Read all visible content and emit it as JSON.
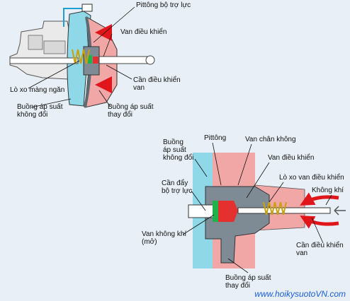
{
  "diagram": {
    "top_labels": {
      "booster_piston": "Pittông bộ trợ lực",
      "control_valve": "Van điều khiển",
      "diaphragm_spring": "Lò xo màng ngăn",
      "control_rod_1": "Cần điều khiển",
      "control_rod_2": "van",
      "const_chamber_1": "Buồng áp suất",
      "const_chamber_2": "không đổi",
      "var_chamber_1": "Buồng áp suất",
      "var_chamber_2": "thay đổi"
    },
    "bottom_labels": {
      "const_chamber_1": "Buồng",
      "const_chamber_2": "áp suất",
      "const_chamber_3": "không đổi",
      "piston": "Pittông",
      "vacuum_valve": "Van chân không",
      "control_valve": "Van điều khiển",
      "push_rod_1": "Cần đẩy",
      "push_rod_2": "bộ trợ lực",
      "valve_spring": "Lò xo van điều khiển",
      "air": "Không khí",
      "air_valve_1": "Van không khí",
      "air_valve_2": "(mở)",
      "control_rod_1": "Cần điều khiển",
      "control_rod_2": "van",
      "var_chamber_1": "Buồng áp suất",
      "var_chamber_2": "thay đổi"
    },
    "watermark": "www.hoikysuotoVN.com"
  },
  "colors": {
    "background": "#E8EFF6",
    "constant_chamber": "#8FD8E8",
    "variable_chamber": "#F2A7A7",
    "metal": "#7E8B95",
    "dark_metal": "#5E6A72",
    "red_arrow": "#E0161A",
    "valve_green": "#22B24C",
    "valve_red": "#E53030",
    "spring": "#C8A010",
    "watermark": "#1A5FD6"
  }
}
